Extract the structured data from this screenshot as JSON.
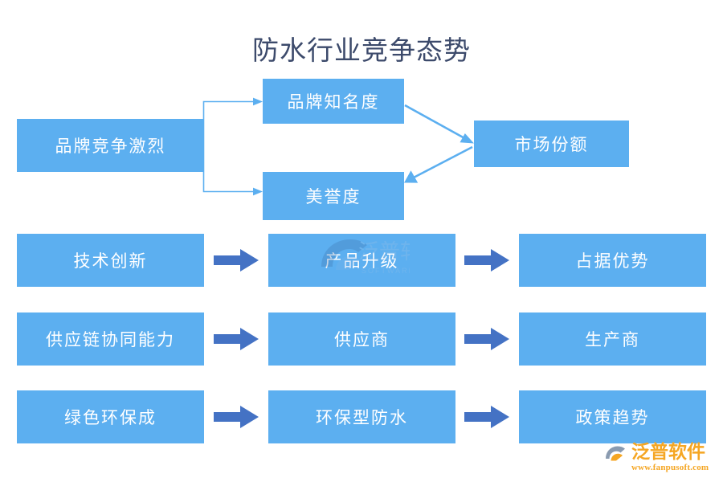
{
  "page": {
    "title": "防水行业竞争态势",
    "background_color": "#ffffff",
    "title_color": "#3c4a6b"
  },
  "colors": {
    "box_fill": "#5caff0",
    "box_text": "#ffffff",
    "connector_line": "#5caff0",
    "block_arrow": "#4472c4",
    "logo_orange": "#f5a623",
    "logo_mark_gray": "#8a9bb0"
  },
  "diagram": {
    "type": "flowchart",
    "cluster": {
      "source": {
        "id": "brand-competition",
        "label": "品牌竞争激烈"
      },
      "branches": [
        {
          "id": "brand-awareness",
          "label": "品牌知名度"
        },
        {
          "id": "brand-reputation",
          "label": "美誉度"
        }
      ],
      "outcome": {
        "id": "market-share",
        "label": "市场份额"
      },
      "edges": [
        {
          "from": "brand-competition",
          "to": "brand-awareness",
          "style": "elbow",
          "arrowhead": "to"
        },
        {
          "from": "brand-competition",
          "to": "brand-reputation",
          "style": "elbow",
          "arrowhead": "to"
        },
        {
          "from": "brand-awareness",
          "to": "market-share",
          "style": "diagonal",
          "arrowhead": "to"
        },
        {
          "from": "market-share",
          "to": "brand-reputation",
          "style": "diagonal",
          "arrowhead": "to"
        }
      ]
    },
    "chains": [
      {
        "id": "chain-technology",
        "steps": [
          {
            "id": "tech-innovation",
            "label": "技术创新"
          },
          {
            "id": "product-upgrade",
            "label": "产品升级"
          },
          {
            "id": "gain-advantage",
            "label": "占据优势"
          }
        ]
      },
      {
        "id": "chain-supplychain",
        "steps": [
          {
            "id": "supplychain-synergy",
            "label": "供应链协同能力"
          },
          {
            "id": "supplier",
            "label": "供应商"
          },
          {
            "id": "manufacturer",
            "label": "生产商"
          }
        ]
      },
      {
        "id": "chain-green",
        "steps": [
          {
            "id": "green-eco-cost",
            "label": "绿色环保成"
          },
          {
            "id": "eco-waterproof",
            "label": "环保型防水"
          },
          {
            "id": "policy-trend",
            "label": "政策趋势"
          }
        ]
      }
    ]
  },
  "logo": {
    "name": "泛普软件",
    "url": "www.fanpusoft.com"
  }
}
